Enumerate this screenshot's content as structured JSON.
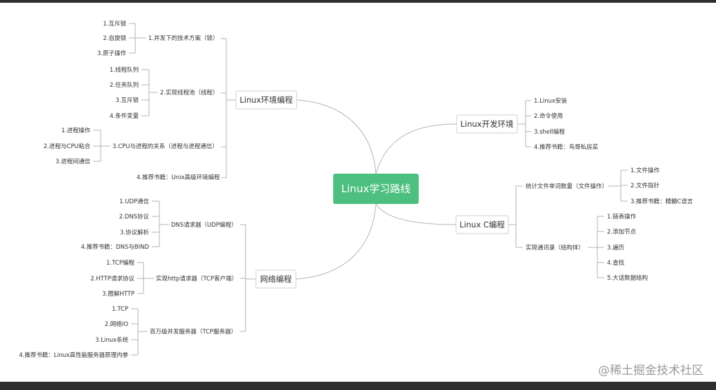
{
  "root": {
    "label": "Linux学习路线",
    "color": "#4dbf7f"
  },
  "watermark": "@稀土掘金技术社区",
  "branches": {
    "env": {
      "label": "Linux环境编程",
      "groups": [
        {
          "label": "1.并发下的技术方案（锁）",
          "items": [
            "1.互斥锁",
            "2.自旋锁",
            "3.原子操作"
          ]
        },
        {
          "label": "2.实现线程池（线程）",
          "items": [
            "1.线程队列",
            "2.任务队列",
            "3.互斥锁",
            "4.条件变量"
          ]
        },
        {
          "label": "3.CPU与进程的关系（进程与进程通信）",
          "items": [
            "1.进程操作",
            "2.进程与CPU粘合",
            "3.进程间通信"
          ]
        },
        {
          "label": "4.推荐书籍：Unix高级环境编程",
          "items": []
        }
      ]
    },
    "net": {
      "label": "网络编程",
      "groups": [
        {
          "label": "DNS请求器（UDP编程）",
          "items": [
            "1.UDP通信",
            "2.DNS协议",
            "3.协议解析",
            "4.推荐书籍：DNS与BIND"
          ]
        },
        {
          "label": "实现http请求器（TCP客户端）",
          "items": [
            "1.TCP编程",
            "2.HTTP请求协议",
            "3.图解HTTP"
          ]
        },
        {
          "label": "百万级并发服务器（TCP服务器）",
          "items": [
            "1.TCP",
            "2.网络IO",
            "3.Linux系统",
            "4.推荐书籍：Linux高性能服务器原理内参"
          ]
        }
      ]
    },
    "dev": {
      "label": "Linux开发环境",
      "items": [
        "1.Linux安装",
        "2.命令使用",
        "3.shell编程",
        "4.推荐书籍：鸟哥私房菜"
      ]
    },
    "c": {
      "label": "Linux C编程",
      "groups": [
        {
          "label": "统计文件单词数量（文件操作）",
          "items": [
            "1.文件操作",
            "2.文件指针",
            "3.推荐书籍：精髓C语言"
          ]
        },
        {
          "label": "实现通讯录（结构体）",
          "items": [
            "1.链表操作",
            "2.添加节点",
            "3.遍历",
            "4.查找",
            "5.大话数据结构"
          ]
        }
      ]
    }
  }
}
